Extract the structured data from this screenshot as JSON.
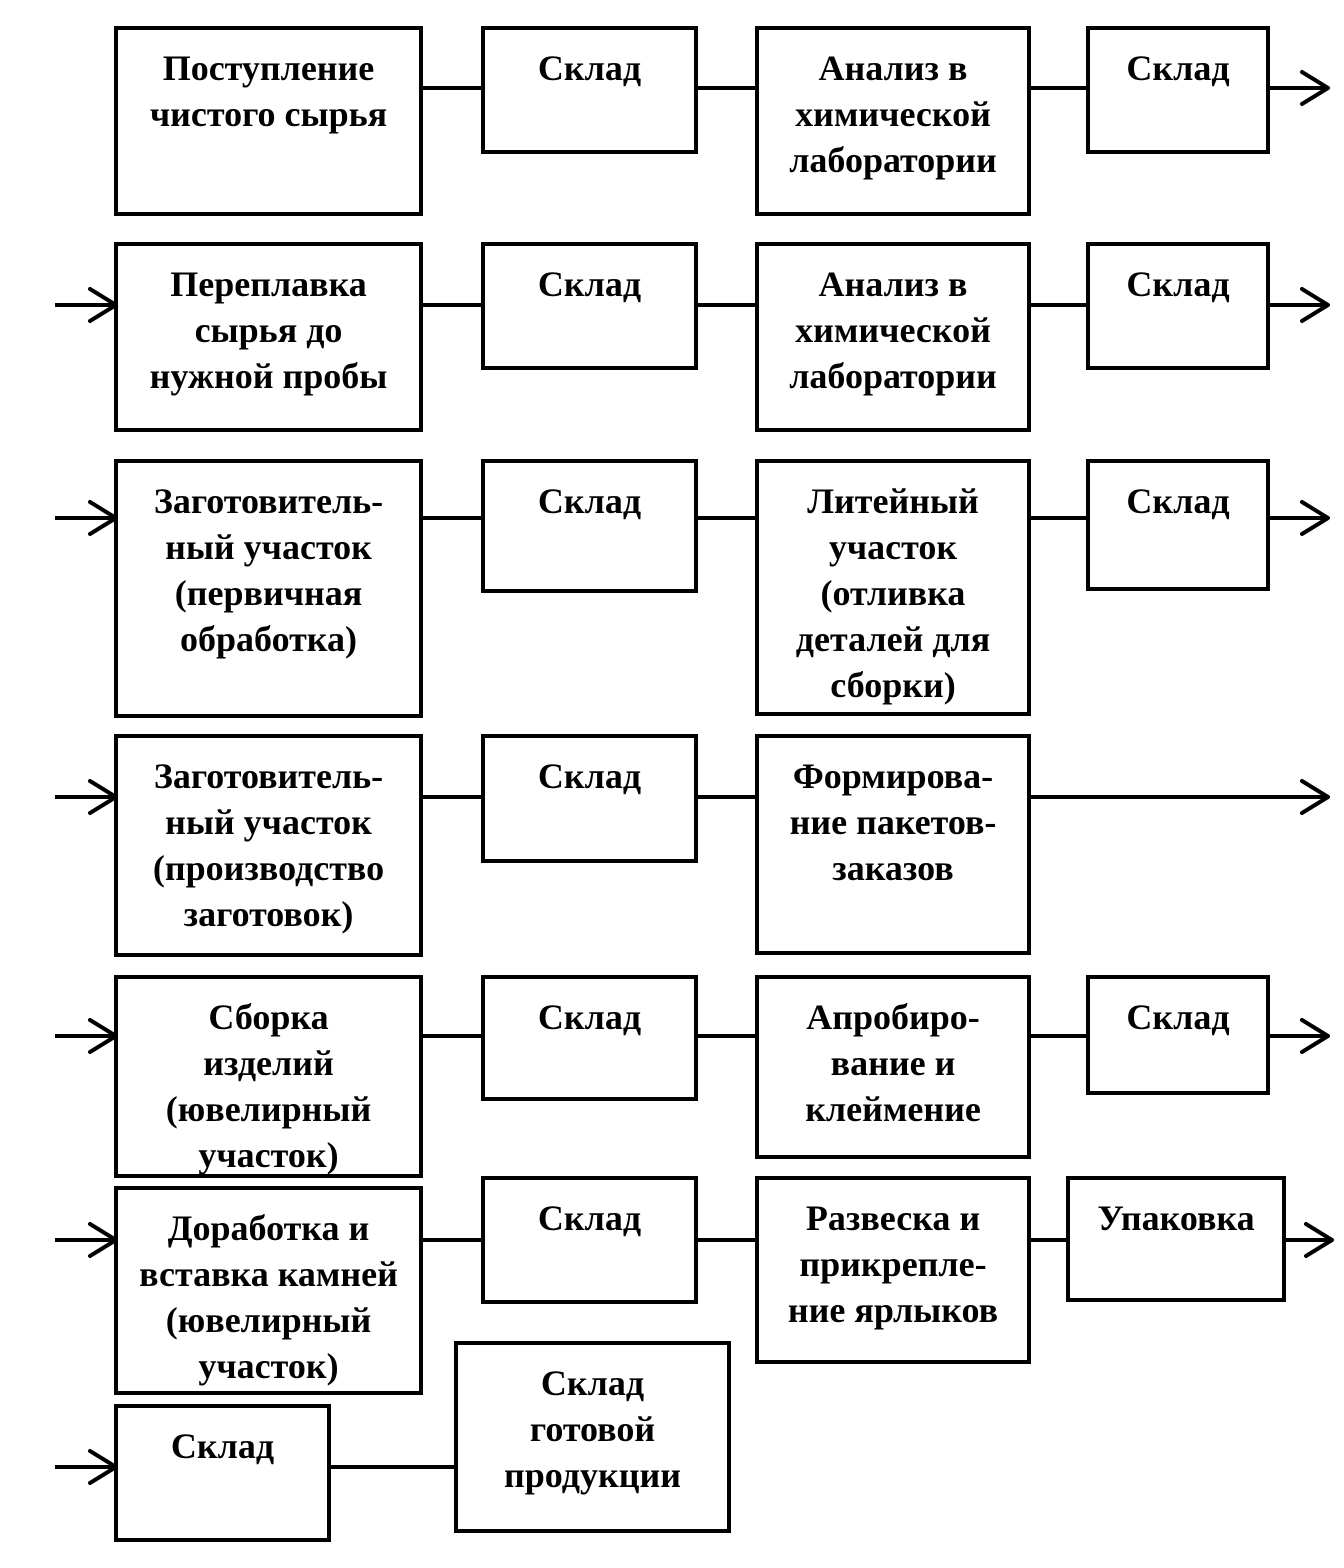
{
  "diagram": {
    "rows": [
      {
        "in_arrow": false,
        "out_arrow": true,
        "nodes": [
          {
            "name": "raw-material-intake",
            "lines": [
              "Поступление",
              "чистого сырья"
            ]
          },
          {
            "name": "warehouse",
            "lines": [
              "Склад"
            ]
          },
          {
            "name": "chemical-lab-analysis",
            "lines": [
              "Анализ в",
              "химической",
              "лаборатории"
            ]
          },
          {
            "name": "warehouse",
            "lines": [
              "Склад"
            ]
          }
        ]
      },
      {
        "in_arrow": true,
        "out_arrow": true,
        "nodes": [
          {
            "name": "remelting",
            "lines": [
              "Переплавка",
              "сырья до",
              "нужной пробы"
            ]
          },
          {
            "name": "warehouse",
            "lines": [
              "Склад"
            ]
          },
          {
            "name": "chemical-lab-analysis",
            "lines": [
              "Анализ в",
              "химической",
              "лаборатории"
            ]
          },
          {
            "name": "warehouse",
            "lines": [
              "Склад"
            ]
          }
        ]
      },
      {
        "in_arrow": true,
        "out_arrow": true,
        "nodes": [
          {
            "name": "preparation-primary-processing",
            "lines": [
              "Заготовитель-",
              "ный участок",
              "(первичная",
              "обработка)"
            ]
          },
          {
            "name": "warehouse",
            "lines": [
              "Склад"
            ]
          },
          {
            "name": "casting-section",
            "lines": [
              "Литейный",
              "участок",
              "(отливка",
              "деталей для",
              "сборки)"
            ]
          },
          {
            "name": "warehouse",
            "lines": [
              "Склад"
            ]
          }
        ]
      },
      {
        "in_arrow": true,
        "out_arrow": true,
        "nodes": [
          {
            "name": "preparation-blanks-production",
            "lines": [
              "Заготовитель-",
              "ный участок",
              "(производство",
              "заготовок)"
            ]
          },
          {
            "name": "warehouse",
            "lines": [
              "Склад"
            ]
          },
          {
            "name": "order-package-forming",
            "lines": [
              "Формирова-",
              "ние пакетов-",
              "заказов"
            ]
          }
        ]
      },
      {
        "in_arrow": true,
        "out_arrow": true,
        "nodes": [
          {
            "name": "product-assembly",
            "lines": [
              "Сборка",
              "изделий",
              "(ювелирный",
              "участок)"
            ]
          },
          {
            "name": "warehouse",
            "lines": [
              "Склад"
            ]
          },
          {
            "name": "assaying-and-hallmarking",
            "lines": [
              "Апробиро-",
              "вание и",
              "клеймение"
            ]
          },
          {
            "name": "warehouse",
            "lines": [
              "Склад"
            ]
          }
        ]
      },
      {
        "in_arrow": true,
        "out_arrow": true,
        "nodes": [
          {
            "name": "stone-setting",
            "lines": [
              "Доработка и",
              "вставка камней",
              "(ювелирный",
              "участок)"
            ]
          },
          {
            "name": "warehouse",
            "lines": [
              "Склад"
            ]
          },
          {
            "name": "weighing-and-labeling",
            "lines": [
              "Развеска и",
              "прикрепле-",
              "ние ярлыков"
            ]
          },
          {
            "name": "packaging",
            "lines": [
              "Упаковка"
            ]
          }
        ]
      },
      {
        "in_arrow": true,
        "out_arrow": false,
        "nodes": [
          {
            "name": "warehouse",
            "lines": [
              "Склад"
            ]
          },
          {
            "name": "finished-goods-warehouse",
            "lines": [
              "Склад",
              "готовой",
              "продукции"
            ]
          }
        ]
      }
    ]
  }
}
